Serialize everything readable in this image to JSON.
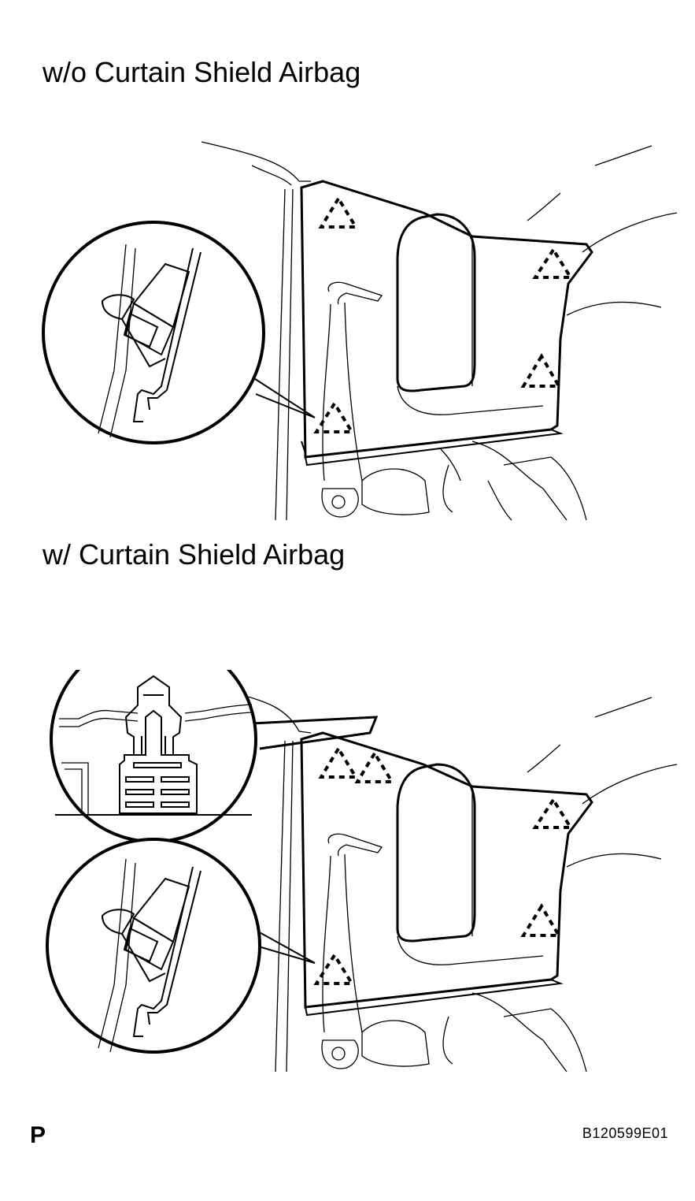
{
  "labels": {
    "without_airbag": "w/o Curtain Shield Airbag",
    "with_airbag": "w/ Curtain Shield Airbag"
  },
  "footer": {
    "mark": "P",
    "code": "B120599E01"
  }
}
